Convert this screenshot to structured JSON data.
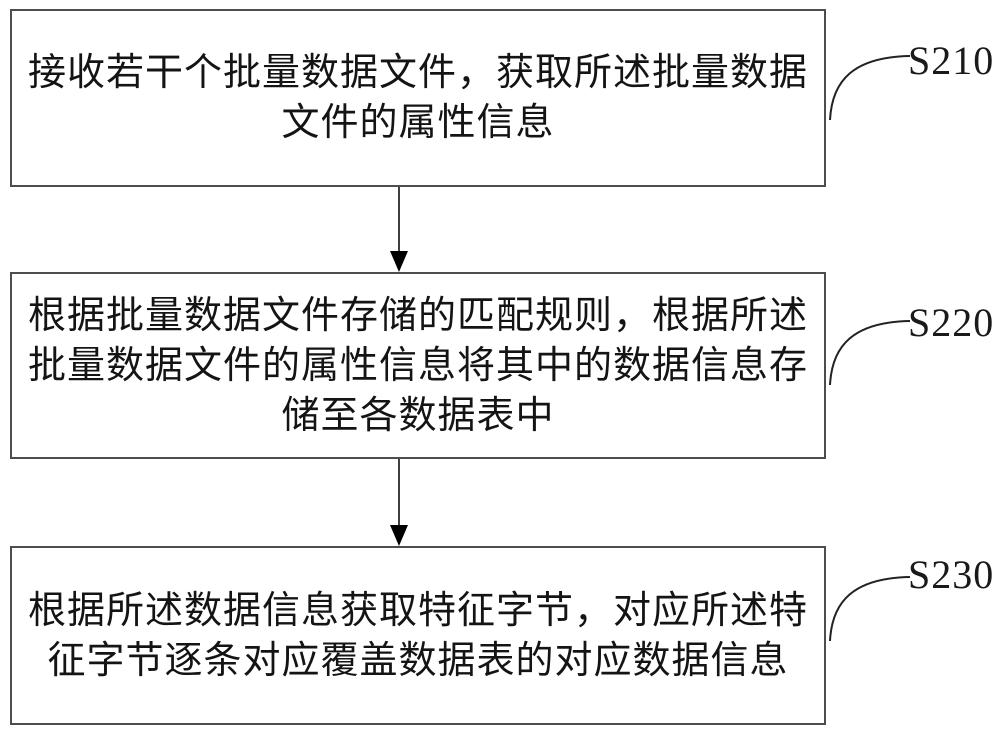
{
  "diagram": {
    "type": "flowchart",
    "background_color": "#ffffff",
    "box_border_color": "#4d4d4d",
    "text_color": "#141414",
    "arrow_color": "#000000",
    "steps": [
      {
        "id": "S210",
        "lines": [
          "接收若干个批量数据文件，获取所述批量数据",
          "文件的属性信息"
        ]
      },
      {
        "id": "S220",
        "lines": [
          "根据批量数据文件存储的匹配规则，根据所述",
          "批量数据文件的属性信息将其中的数据信息存",
          "储至各数据表中"
        ]
      },
      {
        "id": "S230",
        "lines": [
          "根据所述数据信息获取特征字节，对应所述特",
          "征字节逐条对应覆盖数据表的对应数据信息"
        ]
      }
    ]
  }
}
